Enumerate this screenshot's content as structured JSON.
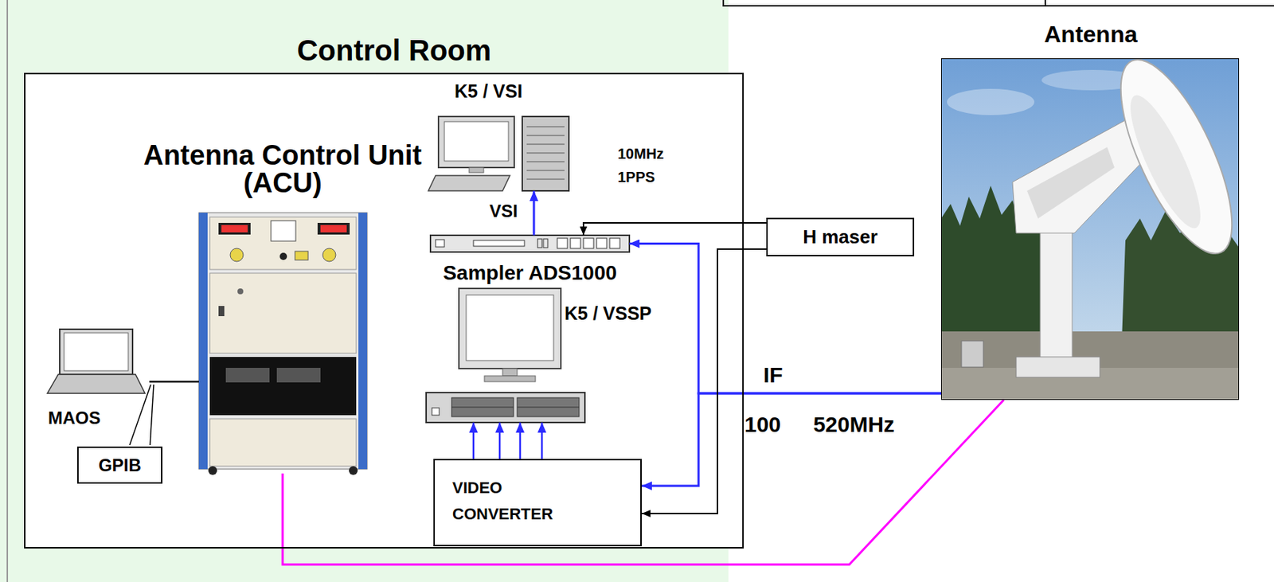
{
  "diagram": {
    "nodes": [
      {
        "text": [
          "Control Room"
        ]
      },
      {
        "text": [
          "K5 / VSI"
        ],
        "in": 0
      },
      {
        "text": [
          "Antenna Control Unit (ACU)"
        ],
        "in": 0
      },
      {
        "text": [
          "Sampler ADS1000"
        ],
        "in": 0
      },
      {
        "text": [
          "K5 / VSSP"
        ],
        "in": 0
      },
      {
        "text": [
          "VIDEO CONVERTER"
        ],
        "in": 0
      },
      {
        "text": [
          "MAOS"
        ],
        "in": 0
      },
      {
        "text": [
          "GPIB"
        ],
        "in": 0
      },
      {
        "text": [
          "H maser"
        ]
      },
      {
        "text": [
          "Antenna"
        ]
      }
    ],
    "edges": [
      {
        "from": 9,
        "to": 3,
        "arrow": "to"
      },
      {
        "from": 9,
        "to": 5,
        "arrow": "to"
      },
      {
        "from": 8,
        "to": 3,
        "arrow": "to"
      },
      {
        "from": 8,
        "to": 5,
        "arrow": "to"
      },
      {
        "from": 3,
        "to": 1,
        "arrow": "to"
      },
      {
        "from": 5,
        "to": 4,
        "arrow": "to"
      },
      {
        "from": 5,
        "to": 4,
        "arrow": "to"
      },
      {
        "from": 5,
        "to": 4,
        "arrow": "to"
      },
      {
        "from": 5,
        "to": 4,
        "arrow": "to"
      },
      {
        "from": 2,
        "to": 9,
        "arrow": "none"
      },
      {
        "from": 6,
        "to": 2,
        "arrow": "none"
      }
    ],
    "labels": [
      "VSI",
      "10MHz",
      "1PPS",
      "IF",
      "100 520MHz"
    ]
  }
}
